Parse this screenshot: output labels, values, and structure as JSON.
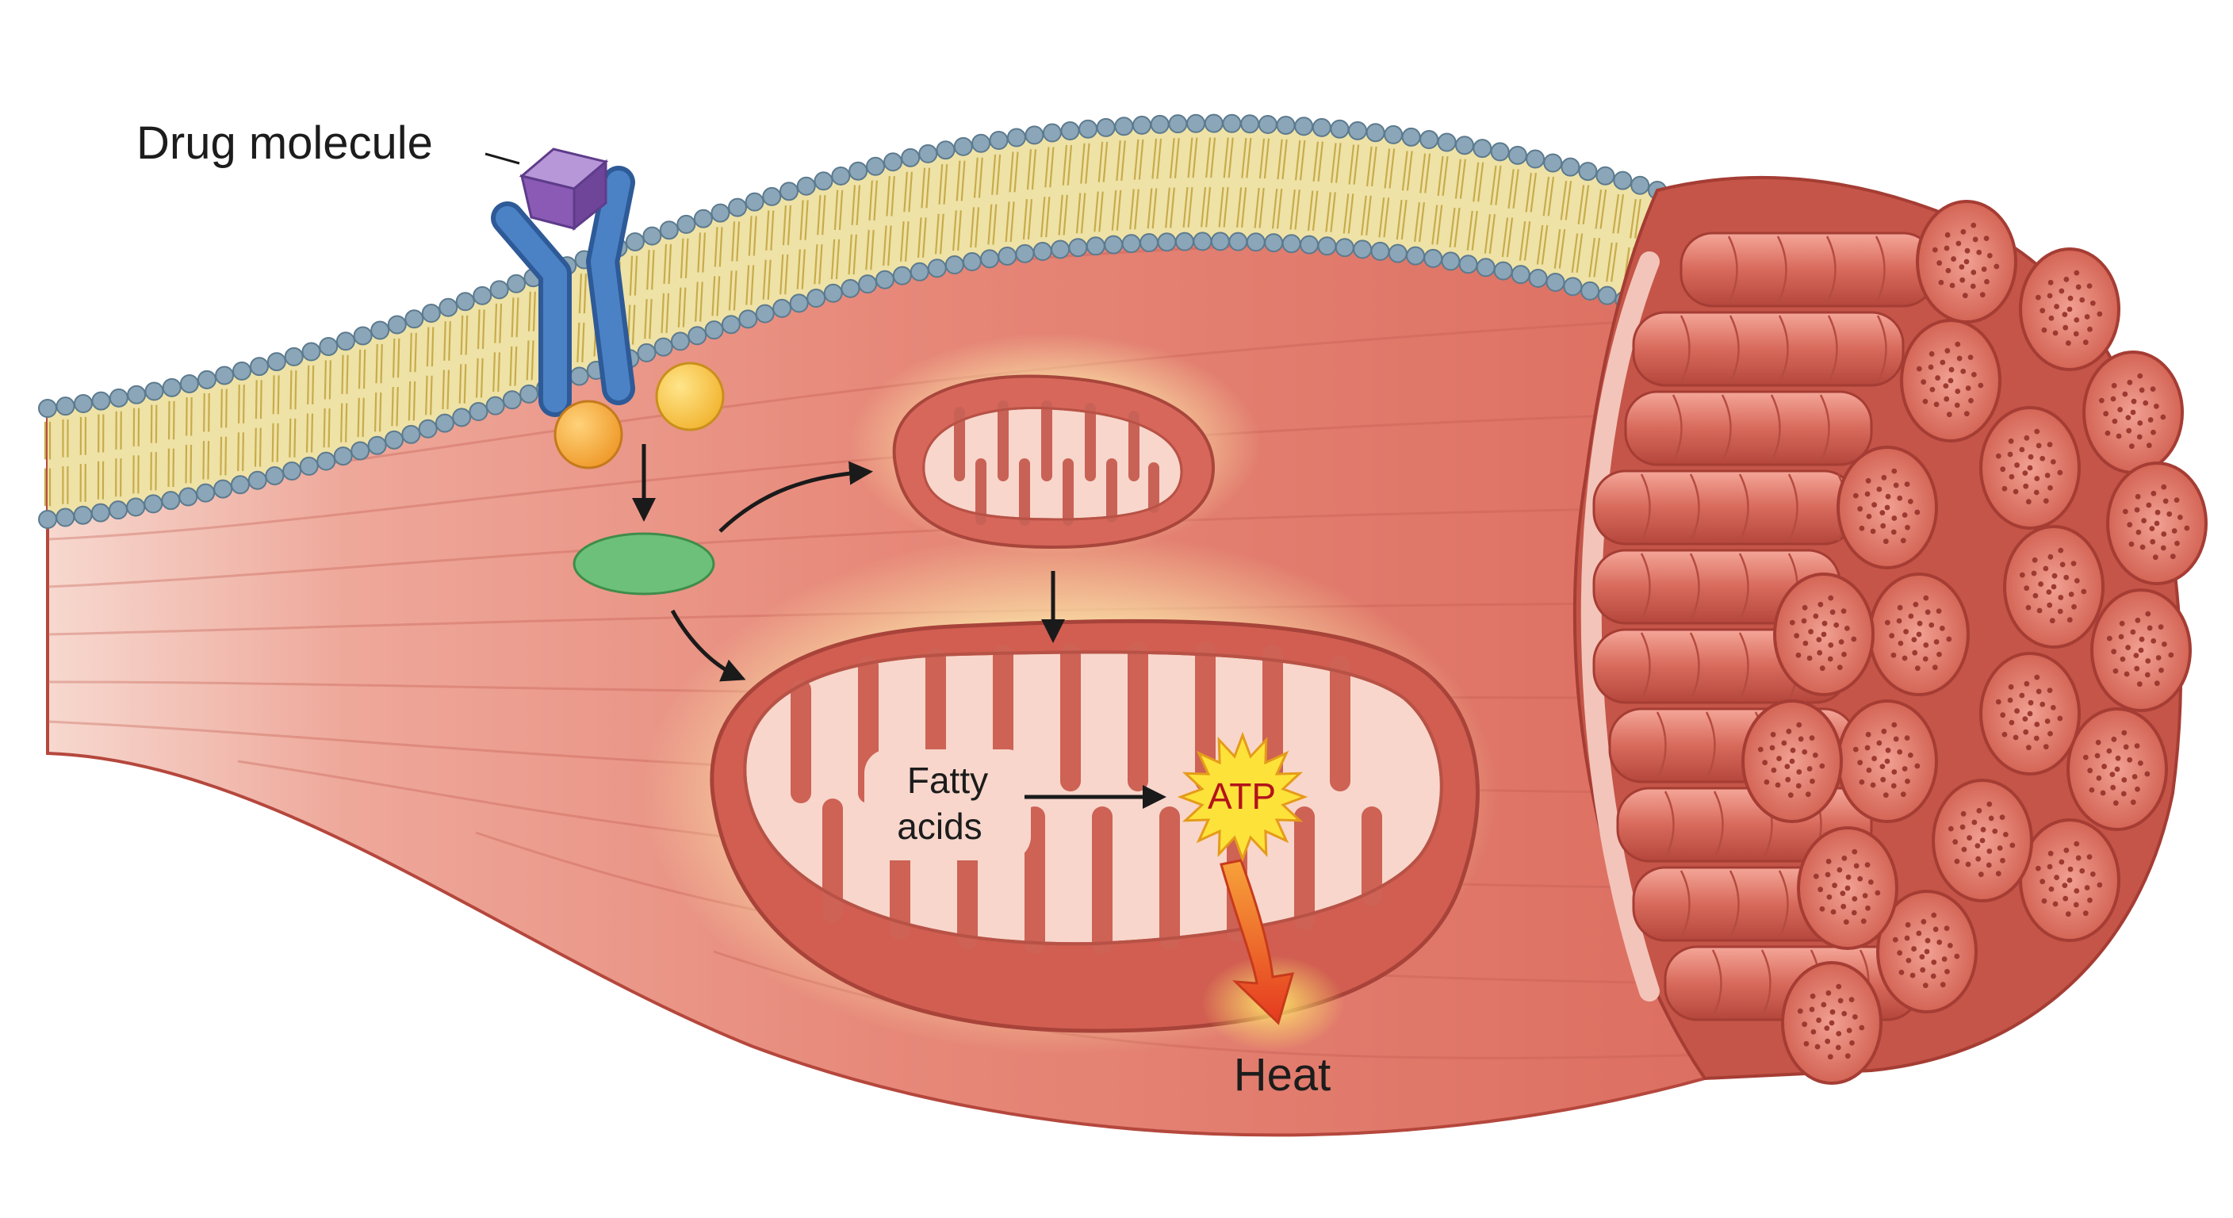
{
  "labels": {
    "drug": "Drug molecule",
    "fatty_line1": "Fatty",
    "fatty_line2": "acids",
    "atp": "ATP",
    "heat": "Heat"
  },
  "colors": {
    "cytoplasm": "#e27b6c",
    "membrane_head": "#8aa6b8",
    "membrane_tail": "#d8c46a",
    "receptor": "#3f72b8",
    "drug": "#8a5ab5",
    "g_protein": "#f2a23a",
    "enzyme": "#6cc07a",
    "mitochondrion": "#d8675b",
    "matrix": "#f8d6cb",
    "myofibril": "#d86a5c",
    "atp_burst": "#fde23a",
    "heat_arrow": "#ea4b24"
  },
  "icons": [
    "drug-molecule-icon",
    "receptor-icon",
    "g-protein-icon",
    "enzyme-icon",
    "mitochondrion-icon",
    "atp-burst-icon",
    "heat-arrow-icon"
  ]
}
